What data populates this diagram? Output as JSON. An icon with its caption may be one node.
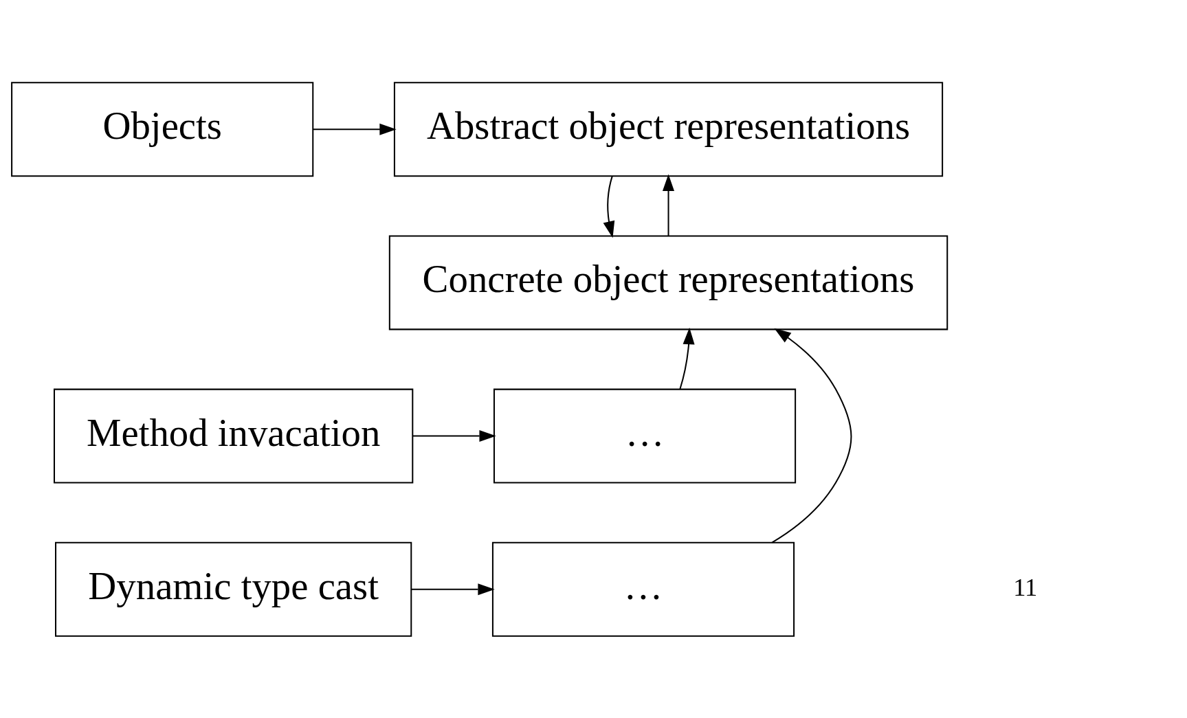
{
  "diagram": {
    "nodes": [
      {
        "text": [
          "Objects"
        ]
      },
      {
        "text": [
          "Abstract object representations"
        ]
      },
      {
        "text": [
          "Concrete object representations"
        ]
      },
      {
        "text": [
          "Method invacation"
        ]
      },
      {
        "text": [
          "…"
        ]
      },
      {
        "text": [
          "Dynamic type cast"
        ]
      },
      {
        "text": [
          "…"
        ]
      }
    ],
    "edges": [
      {
        "from": 0,
        "to": 1,
        "arrow": "to"
      },
      {
        "from": 2,
        "to": 1,
        "arrow": "to"
      },
      {
        "from": 1,
        "to": 2,
        "arrow": "to"
      },
      {
        "from": 3,
        "to": 4,
        "arrow": "to"
      },
      {
        "from": 5,
        "to": 6,
        "arrow": "to"
      },
      {
        "from": 4,
        "to": 2,
        "arrow": "to"
      },
      {
        "from": 6,
        "to": 2,
        "arrow": "to"
      }
    ],
    "labels": [
      "11"
    ]
  }
}
